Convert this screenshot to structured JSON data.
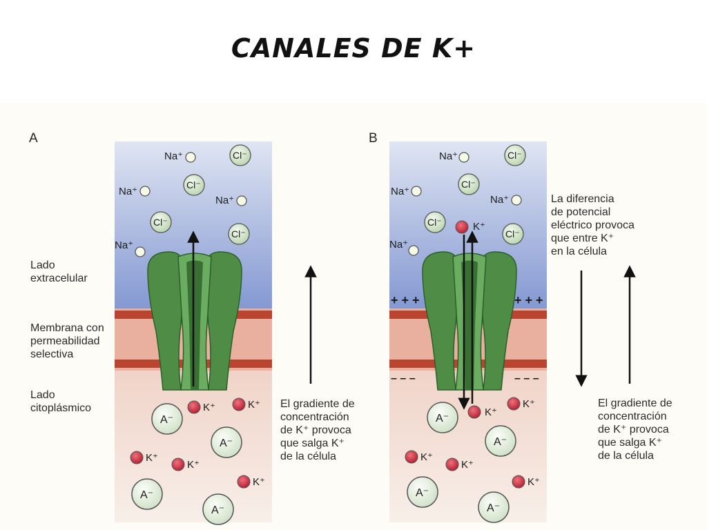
{
  "title": "CANALES DE K+",
  "panels": [
    {
      "letter": "A",
      "side_labels": {
        "extracellular": [
          "Lado",
          "extracelular"
        ],
        "membrane": [
          "Membrana con",
          "permeabilidad",
          "selectiva"
        ],
        "cytoplasmic": [
          "Lado",
          "citoplásmico"
        ]
      },
      "annotation": [
        "El gradiente de",
        "concentración",
        "de K⁺ provoca",
        "que salga K⁺",
        "de la célula"
      ]
    },
    {
      "letter": "B",
      "membrane_charge_top": "+ + +",
      "membrane_charge_bottom": "– – –",
      "annotation_top": [
        "La diferencia",
        "de potencial",
        "eléctrico provoca",
        "que entre K⁺",
        "en la célula"
      ],
      "annotation_bottom": [
        "El gradiente de",
        "concentración",
        "de K⁺ provoca",
        "que salga K⁺",
        "de la célula"
      ]
    }
  ],
  "ions": {
    "na": "Na⁺",
    "cl": "Cl⁻",
    "k": "K⁺",
    "a": "A⁻"
  },
  "colors": {
    "extracellular_top": "#cdd8ee",
    "extracellular_bottom": "#8aa0d6",
    "membrane_pink": "#e6a896",
    "membrane_stripe": "#b8402e",
    "cytoplasm": "#f3e4dd",
    "channel": "#4e8b45",
    "channel_dark": "#2f6a2e",
    "k_ion": "#c8283a",
    "cl_ion": "#d6e7cf"
  }
}
